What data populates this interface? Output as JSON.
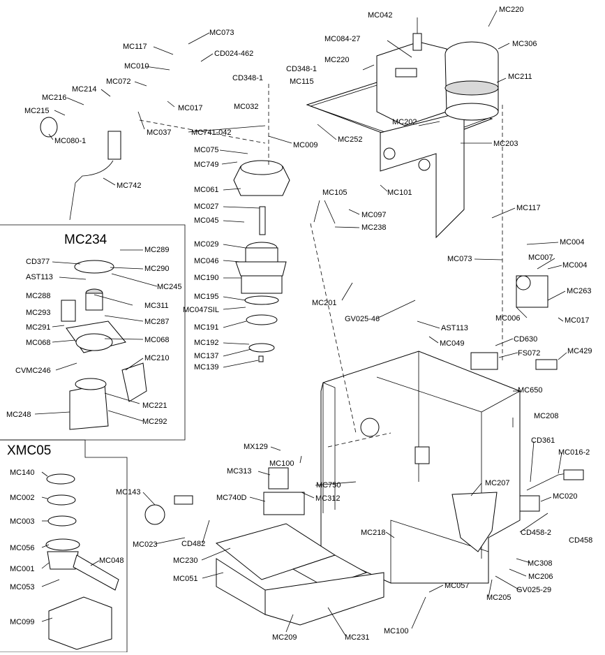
{
  "groups": {
    "mc234": "MC234",
    "xmc05": "XMC05"
  },
  "labels": {
    "MC042": "MC042",
    "MC220": "MC220",
    "MC084_27": "MC084-27",
    "MC220b": "MC220",
    "MC306": "MC306",
    "MC211": "MC211",
    "MC073": "MC073",
    "MC117": "MC117",
    "CD024_462": "CD024-462",
    "MC010": "MC010",
    "CD348_1a": "CD348-1",
    "CD348_1b": "CD348-1",
    "MC072": "MC072",
    "MC115": "MC115",
    "MC214": "MC214",
    "MC216": "MC216",
    "MC017": "MC017",
    "MC032": "MC032",
    "MC215": "MC215",
    "MC202": "MC202",
    "MC037": "MC037",
    "MC741_042": "MC741-042",
    "MC252": "MC252",
    "MC080_1": "MC080-1",
    "MC009": "MC009",
    "MC075": "MC075",
    "MC203": "MC203",
    "MC749": "MC749",
    "MC742": "MC742",
    "MC061": "MC061",
    "MC105": "MC105",
    "MC101": "MC101",
    "MC027": "MC027",
    "MC117b": "MC117",
    "MC097": "MC097",
    "MC045": "MC045",
    "MC238": "MC238",
    "MC234": "MC234",
    "MC289": "MC289",
    "MC029": "MC029",
    "MC004a": "MC004",
    "CD377": "CD377",
    "MC290": "MC290",
    "MC073b": "MC073",
    "MC007": "MC007",
    "MC046": "MC046",
    "MC004b": "MC004",
    "AST113": "AST113",
    "MC245": "MC245",
    "MC190": "MC190",
    "MC263": "MC263",
    "MC201": "MC201",
    "MC288": "MC288",
    "MC311": "MC311",
    "MC195": "MC195",
    "MC293": "MC293",
    "MC287": "MC287",
    "MC047SIL": "MC047SIL",
    "GV025_46": "GV025-46",
    "MC006": "MC006",
    "MC017b": "MC017",
    "MC291": "MC291",
    "MC191": "MC191",
    "AST113b": "AST113",
    "MC068a": "MC068",
    "MC068b": "MC068",
    "MC049": "MC049",
    "CD630": "CD630",
    "MC192": "MC192",
    "MC429": "MC429",
    "CVMC246": "CVMC246",
    "MC137": "MC137",
    "FS072": "FS072",
    "MC210": "MC210",
    "MC139": "MC139",
    "MC650": "MC650",
    "MC221": "MC221",
    "MC208": "MC208",
    "MC248": "MC248",
    "MC292": "MC292",
    "CD361": "CD361",
    "XMC05": "XMC05",
    "MX129": "MX129",
    "MC016_2": "MC016-2",
    "MC100": "MC100",
    "MC140": "MC140",
    "MC313": "MC313",
    "MC750": "MC750",
    "MC207": "MC207",
    "MC143": "MC143",
    "MC312": "MC312",
    "MC020": "MC020",
    "MC002": "MC002",
    "MC740D": "MC740D",
    "MC003": "MC003",
    "MC218": "MC218",
    "CD458_2": "CD458-2",
    "MC056": "MC056",
    "MC023": "MC023",
    "CD482": "CD482",
    "CD458": "CD458",
    "MC230": "MC230",
    "MC308": "MC308",
    "MC001": "MC001",
    "MC048": "MC048",
    "MC051": "MC051",
    "MC206": "MC206",
    "MC053": "MC053",
    "MC057": "MC057",
    "GV025_29": "GV025-29",
    "MC205": "MC205",
    "MC099": "MC099",
    "MC100b": "MC100",
    "MC209": "MC209",
    "MC231": "MC231"
  }
}
